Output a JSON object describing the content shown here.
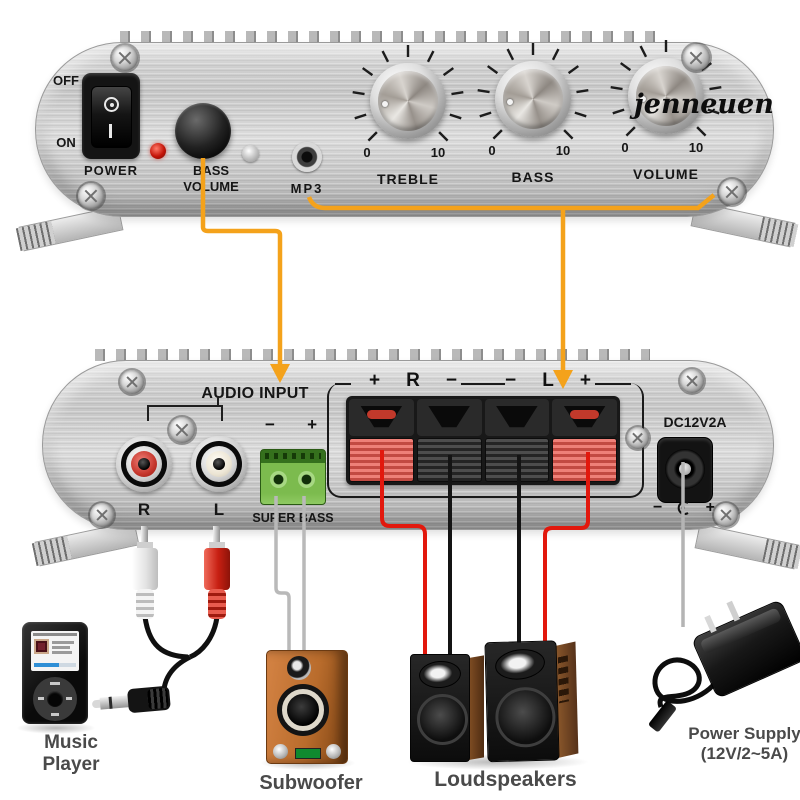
{
  "watermark": "jenneuen",
  "colors": {
    "accent_orange": "#F4A21B",
    "wire_red": "#E2180D",
    "wire_black": "#141414",
    "wire_gray": "#B9B9B9",
    "terminal_green": "#7CBB4E",
    "rca_red": "#C5362C",
    "rca_white": "#ECE5D4"
  },
  "front_panel": {
    "off": "OFF",
    "on": "ON",
    "power": "POWER",
    "bass_volume": [
      "BASS",
      "VOLUME"
    ],
    "mp3": "MP3",
    "scale_min": "0",
    "scale_max": "10",
    "knobs": [
      "TREBLE",
      "BASS",
      "VOLUME"
    ]
  },
  "rear_panel": {
    "audio_input": "AUDIO INPUT",
    "rca_right": "R",
    "rca_left": "L",
    "super_bass_minus": "−",
    "super_bass_plus": "+",
    "super_bass": "SUPER BASS",
    "right_ch": {
      "plus": "+",
      "letter": "R",
      "minus": "−"
    },
    "left_ch": {
      "minus": "−",
      "letter": "L",
      "plus": "+"
    },
    "dc": "DC12V2A",
    "dc_minus": "−",
    "dc_plus": "+"
  },
  "devices": {
    "music_player": "Music Player",
    "subwoofer": "Subwoofer",
    "loudspeakers": "Loudspeakers",
    "power_supply": [
      "Power Supply",
      "(12V/2~5A)"
    ]
  }
}
